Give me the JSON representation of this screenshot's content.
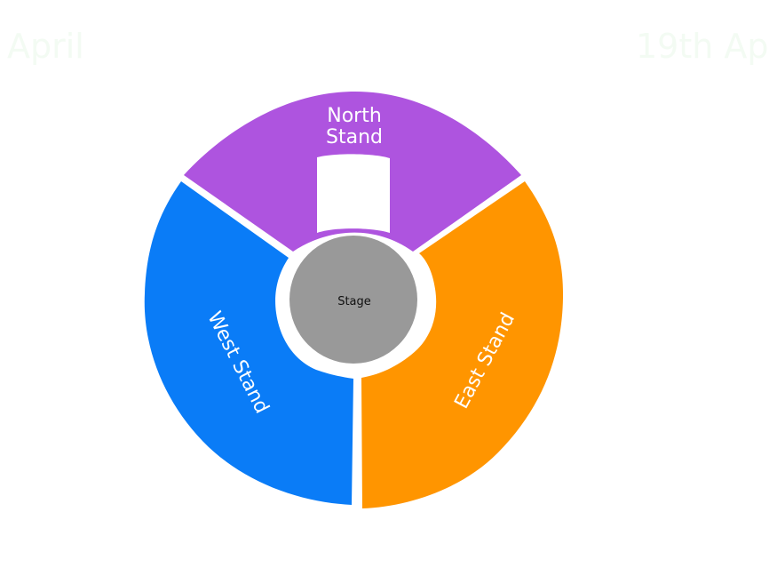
{
  "header": {
    "left_text": "April",
    "right_text": "19th Ap"
  },
  "venue": {
    "north": {
      "line1": "North",
      "line2": "Stand",
      "color": "#ae54df"
    },
    "west": {
      "label": "West Stand",
      "color": "#0a7cf7"
    },
    "east": {
      "label": "East Stand",
      "color": "#ff9500"
    },
    "stage": {
      "label": "Stage",
      "color": "#999999"
    }
  }
}
